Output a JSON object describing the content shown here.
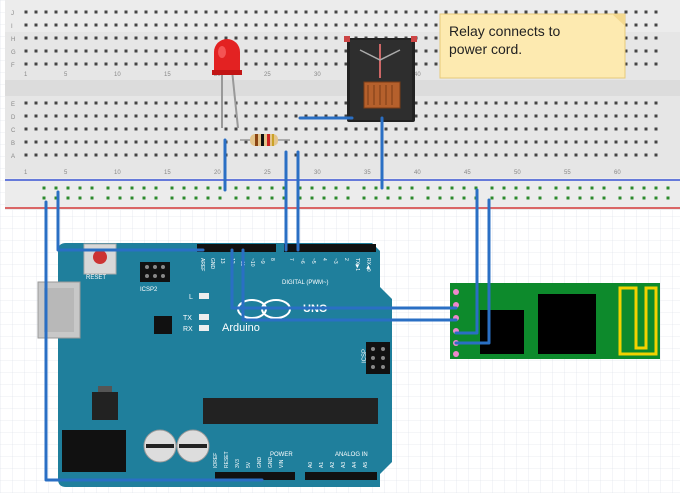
{
  "note": {
    "line1": "Relay connects to",
    "line2": "power cord."
  },
  "breadboard": {
    "row_letters_top": [
      "J",
      "I",
      "H",
      "G",
      "F"
    ],
    "row_letters_bottom": [
      "E",
      "D",
      "C",
      "B",
      "A"
    ],
    "column_numbers": [
      "1",
      "5",
      "10",
      "15",
      "20",
      "25",
      "30",
      "35",
      "40",
      "45",
      "50",
      "55",
      "60"
    ]
  },
  "arduino": {
    "reset_label": "RESET",
    "icsp2_label": "ICSP2",
    "icsp_label": "ICSP",
    "digital_label": "DIGITAL (PWM~)",
    "uno_label": "UNO",
    "brand_label": "Arduino",
    "led_l": "L",
    "led_tx": "TX",
    "led_rx": "RX",
    "power_label": "POWER",
    "analog_label": "ANALOG IN",
    "top_pins": [
      "AREF",
      "GND",
      "13",
      "12",
      "~11",
      "~10",
      "~9",
      "8",
      "7",
      "~6",
      "~5",
      "4",
      "~3",
      "2",
      "TX▶1",
      "RX◀0"
    ],
    "power_pins": [
      "IOREF",
      "RESET",
      "3V3",
      "5V",
      "GND",
      "GND",
      "VIN"
    ],
    "analog_pins": [
      "A0",
      "A1",
      "A2",
      "A3",
      "A4",
      "A5"
    ]
  },
  "colors": {
    "board_teal": "#1f7f9c",
    "breadboard": "#e8e8e8",
    "wire": "#2a6fc4",
    "note": "#fdeab0",
    "bt_module": "#0d8a2c",
    "rail_red": "#d33a3a",
    "rail_blue": "#3a54d3"
  }
}
